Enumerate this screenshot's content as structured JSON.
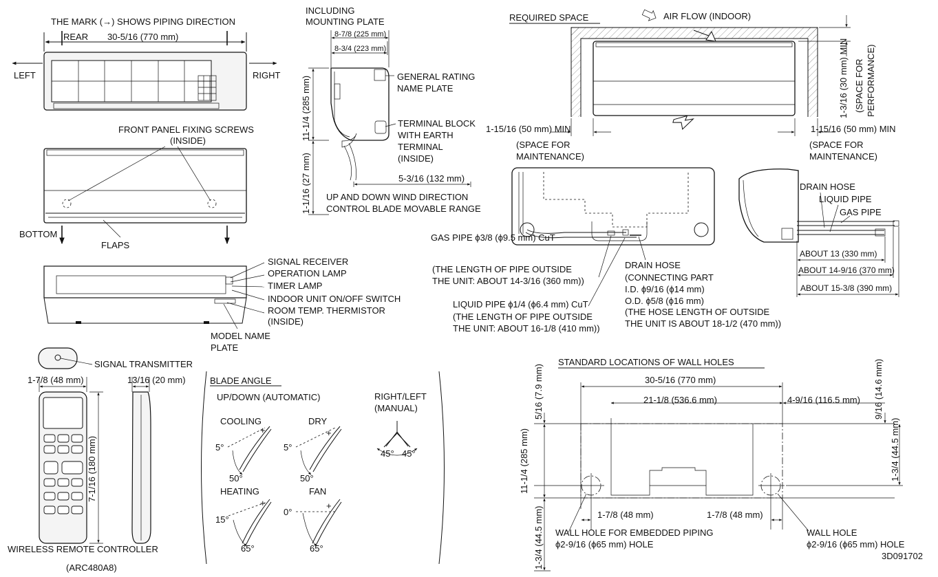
{
  "piping_direction": "THE MARK (→) SHOWS PIPING DIRECTION",
  "rear": "REAR",
  "width_dim": "30-5/16 (770 mm)",
  "left": "LEFT",
  "right": "RIGHT",
  "fixing_screws_1": "FRONT PANEL FIXING SCREWS",
  "fixing_screws_2": "(INSIDE)",
  "bottom": "BOTTOM",
  "flaps": "FLAPS",
  "including_1": "INCLUDING",
  "including_2": "MOUNTING PLATE",
  "dim_225": "8-7/8 (225 mm)",
  "dim_223": "8-3/4 (223 mm)",
  "height_285": "11-1/4 (285 mm)",
  "height_27": "1-1/16 (27 mm)",
  "dim_132": "5-3/16 (132 mm)",
  "rating_1": "GENERAL RATING",
  "rating_2": "NAME PLATE",
  "terminal_1": "TERMINAL BLOCK",
  "terminal_2": "WITH EARTH",
  "terminal_3": "TERMINAL",
  "terminal_4": "(INSIDE)",
  "updown_1": "UP AND DOWN WIND DIRECTION",
  "updown_2": "CONTROL BLADE MOVABLE RANGE",
  "signal_receiver": "SIGNAL RECEIVER",
  "operation_lamp": "OPERATION LAMP",
  "timer_lamp": "TIMER LAMP",
  "onoff_switch": "INDOOR UNIT ON/OFF SWITCH",
  "thermistor_1": "ROOM TEMP. THERMISTOR",
  "thermistor_2": "(INSIDE)",
  "model_plate_1": "MODEL NAME",
  "model_plate_2": "PLATE",
  "required_space": "REQUIRED SPACE",
  "air_flow": "AIR FLOW (INDOOR)",
  "space_top_1": "1-3/16 (30 mm) MIN",
  "space_top_2": "(SPACE FOR",
  "space_top_3": "PERFORMANCE)",
  "space_side": "1-15/16 (50 mm) MIN",
  "space_maint_1": "(SPACE FOR",
  "space_maint_2": "MAINTENANCE)",
  "gas_pipe_1": "GAS PIPE ϕ3/8 (ϕ9.5 mm) CuT",
  "gas_pipe_2": "(THE LENGTH OF PIPE OUTSIDE",
  "gas_pipe_3": "THE UNIT: ABOUT 14-3/16 (360 mm))",
  "liquid_pipe_1": "LIQUID PIPE ϕ1/4 (ϕ6.4 mm) CuT",
  "liquid_pipe_2": "(THE LENGTH OF PIPE OUTSIDE",
  "liquid_pipe_3": "THE UNIT: ABOUT 16-1/8 (410 mm))",
  "drain_1": "DRAIN HOSE",
  "drain_2": "(CONNECTING PART",
  "drain_3": "I.D. ϕ9/16 (ϕ14 mm)",
  "drain_4": "O.D. ϕ5/8 (ϕ16  mm)",
  "drain_5": "(THE HOSE LENGTH OF OUTSIDE",
  "drain_6": "THE UNIT IS ABOUT 18-1/2 (470 mm))",
  "side_drain": "DRAIN HOSE",
  "side_liquid": "LIQUID PIPE",
  "side_gas": "GAS PIPE",
  "about_330": "ABOUT 13 (330 mm)",
  "about_370": "ABOUT 14-9/16 (370 mm)",
  "about_390": "ABOUT 15-3/8 (390 mm)",
  "signal_transmitter": "SIGNAL TRANSMITTER",
  "rc_width": "1-7/8 (48 mm)",
  "rc_depth": "13/16 (20 mm)",
  "rc_height": "7-1/16 (180 mm)",
  "rc_title": "WIRELESS REMOTE CONTROLLER",
  "rc_model": "(ARC480A8)",
  "blade_angle": "BLADE ANGLE",
  "updown_auto": "UP/DOWN (AUTOMATIC)",
  "rightleft_1": "RIGHT/LEFT",
  "rightleft_2": "(MANUAL)",
  "cooling": "COOLING",
  "dry": "DRY",
  "heating": "HEATING",
  "fan": "FAN",
  "a5": "5°",
  "a50": "50°",
  "a15": "15°",
  "a0": "0°",
  "a65": "65°",
  "a45": "45°",
  "wall_holes_title": "STANDARD LOCATIONS OF WALL HOLES",
  "wh_770": "30-5/16 (770 mm)",
  "wh_5366": "21-1/8 (536.6 mm)",
  "wh_1165": "4-9/16 (116.5 mm)",
  "wh_79": "5/16 (7.9 mm)",
  "wh_146": "9/16 (14.6 mm)",
  "wh_285": "11-1/4 (285 mm)",
  "wh_445": "1-3/4 (44.5 mm)",
  "wh_48": "1-7/8 (48 mm)",
  "wh_embedded_1": "WALL HOLE FOR EMBEDDED PIPING",
  "wh_embedded_2": "ϕ2-9/16 (ϕ65 mm) HOLE",
  "wh_hole_1": "WALL HOLE",
  "wh_hole_2": "ϕ2-9/16 (ϕ65 mm) HOLE",
  "drawing_no": "3D091702"
}
